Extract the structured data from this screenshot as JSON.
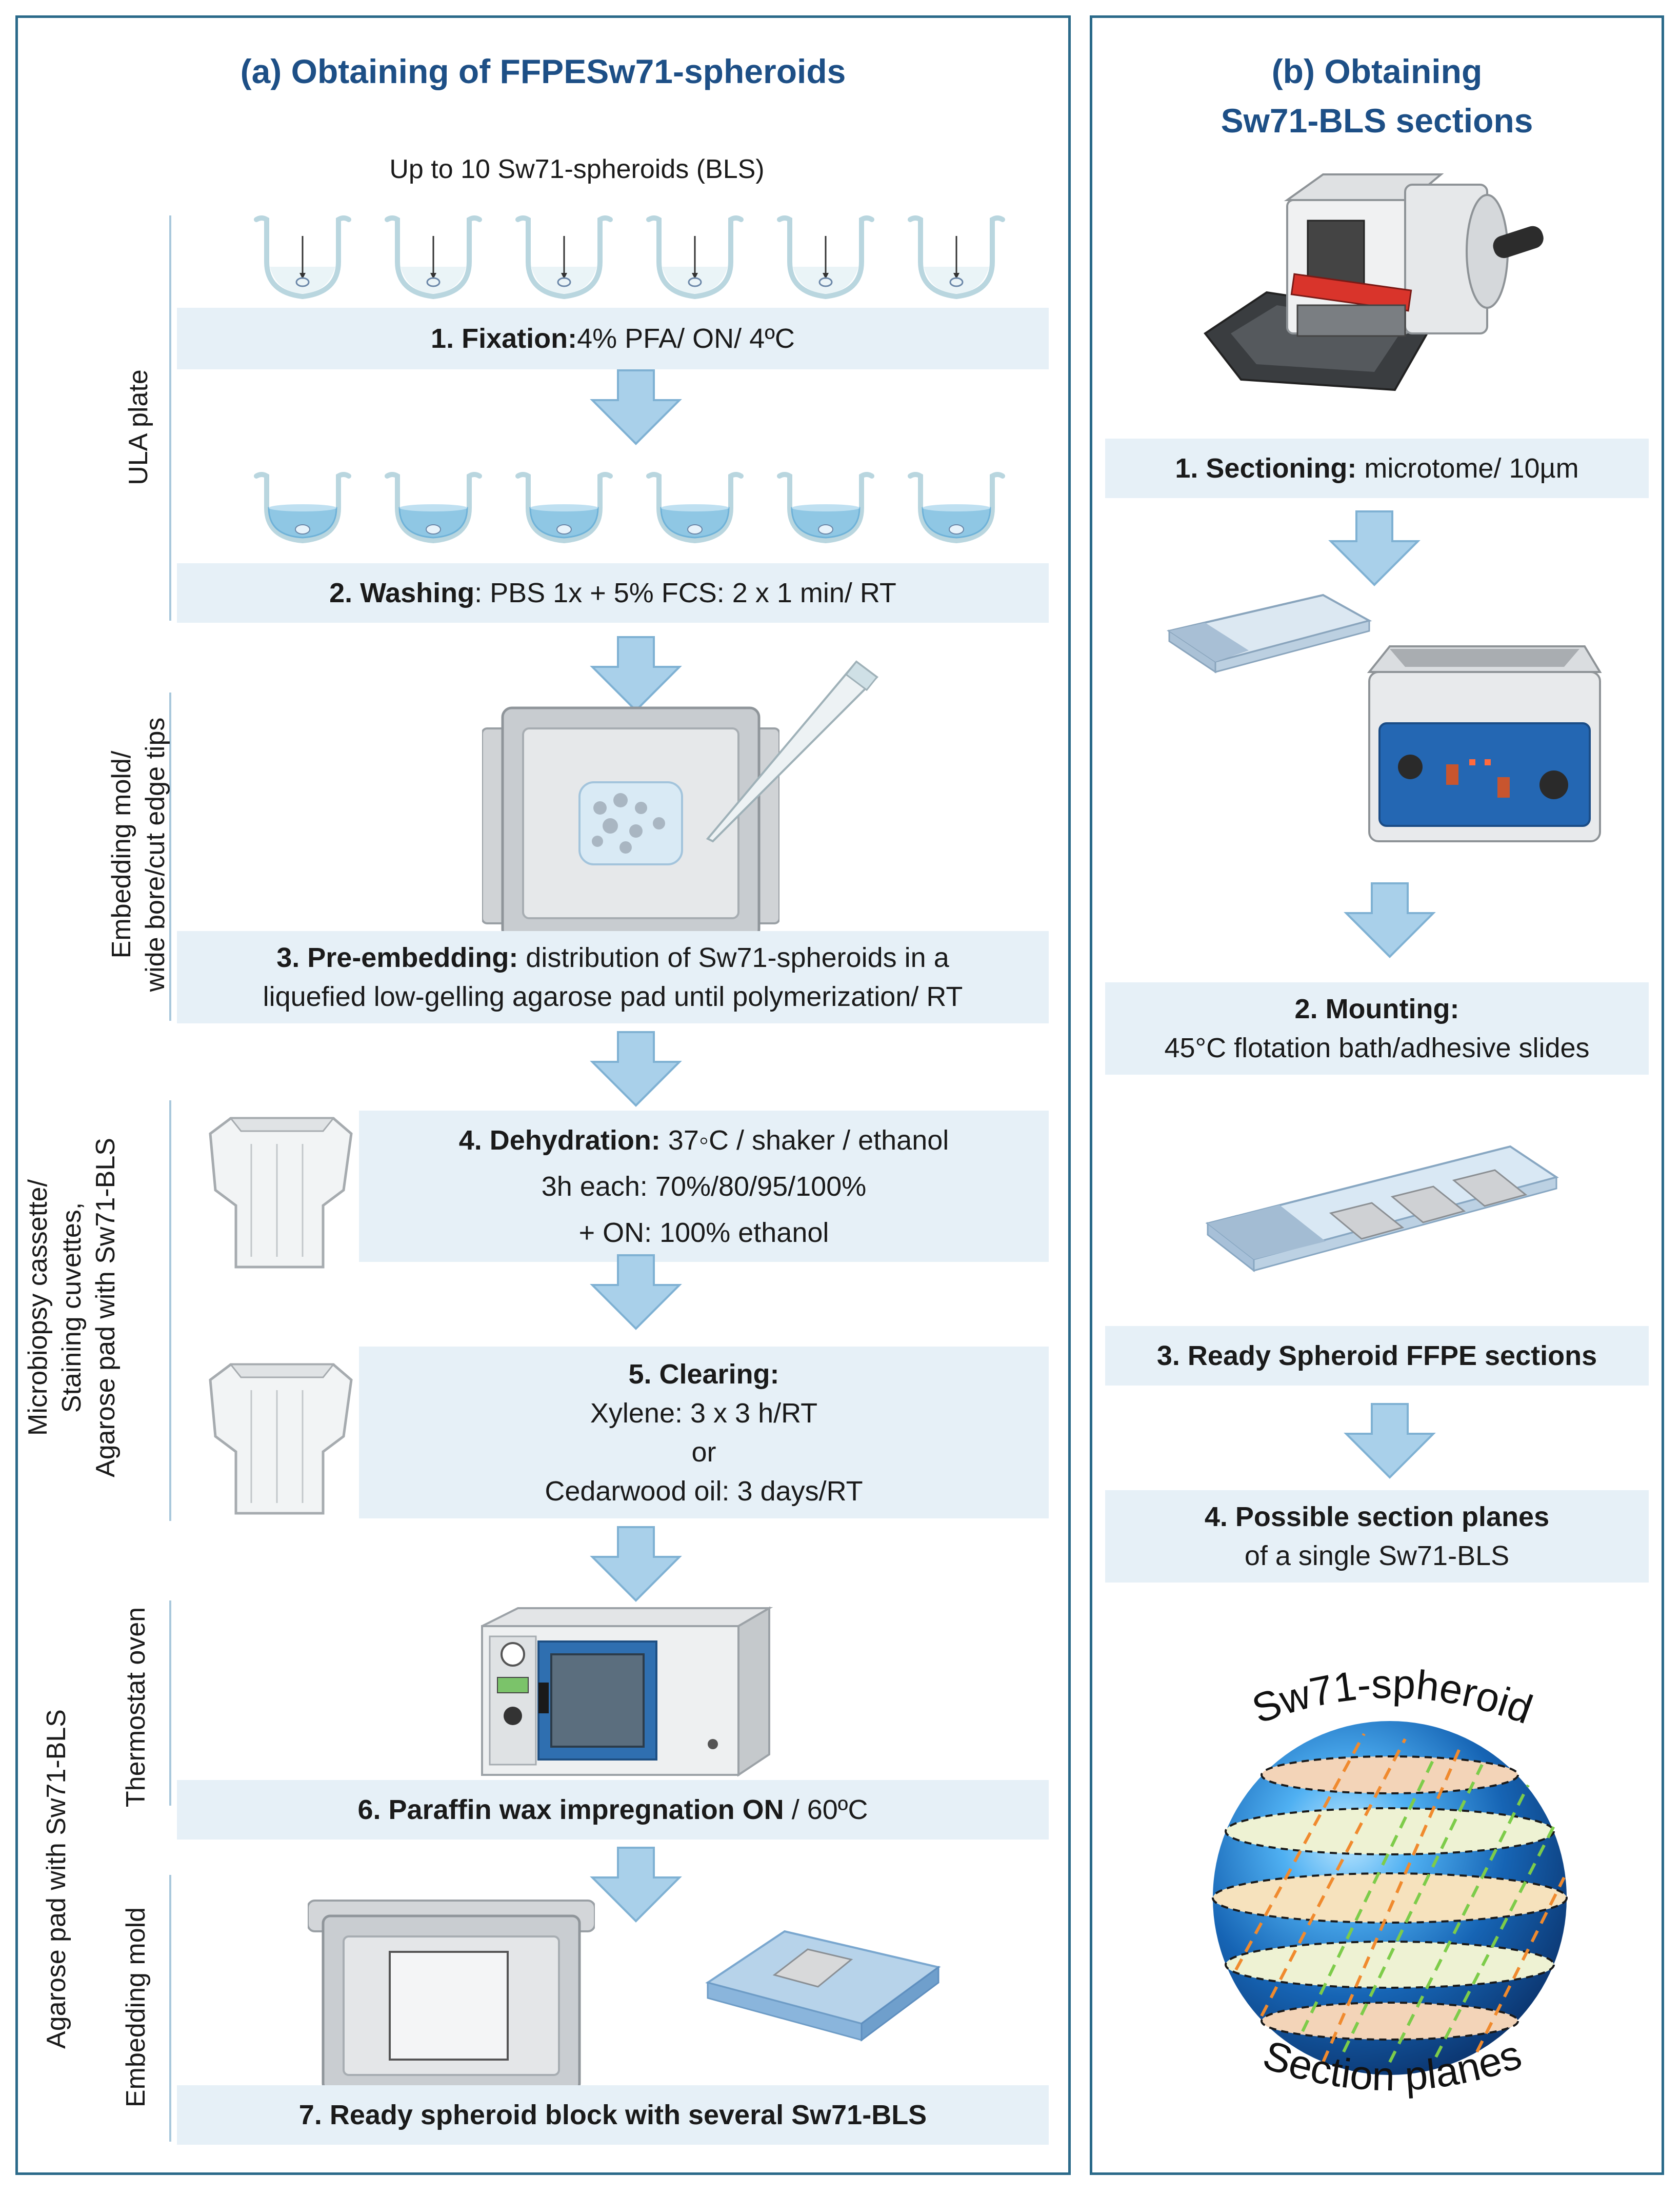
{
  "panel_a": {
    "title": "(a) Obtaining of FFPESw71-spheroids",
    "top_caption": "Up to 10 Sw71-spheroids (BLS)",
    "side_labels": {
      "ula_plate": "ULA plate",
      "embedding_mold_line1": "Embedding mold/",
      "embedding_mold_line2": "wide bore/cut edge tips",
      "microbiopsy_line1": "Microbiopsy cassette/",
      "microbiopsy_line2": "Staining cuvettes,",
      "microbiopsy_line3": "Agarose pad with Sw71-BLS",
      "thermostat_oven": "Thermostat oven",
      "agarose_pad": "Agarose pad with Sw71-BLS",
      "embedding_mold": "Embedding mold"
    },
    "steps": {
      "s1_bold": "1. Fixation:",
      "s1_text": "4% PFA/ ON/ 4ºC",
      "s2_bold": "2. Washing",
      "s2_text": ": PBS 1x + 5% FCS: 2 x 1 min/ RT",
      "s3_bold": "3. Pre-embedding:",
      "s3_text": " distribution of Sw71-spheroids in a",
      "s3_line2": "liquefied low-gelling agarose pad until polymerization/ RT",
      "s4_bold": "4. Dehydration:",
      "s4_text": " 37◦C / shaker / ethanol",
      "s4_line2": "3h each: 70%/80/95/100%",
      "s4_line3": "+ ON: 100% ethanol",
      "s5_bold": "5. Clearing:",
      "s5_line2": "Xylene: 3 x 3 h/RT",
      "s5_line3": "or",
      "s5_line4": "Cedarwood oil: 3 days/RT",
      "s6_bold": "6. Paraffin wax impregnation ON",
      "s6_text": " / 60ºC",
      "s7_bold": "7. Ready spheroid block with several Sw71-BLS"
    }
  },
  "panel_b": {
    "title_line1": "(b) Obtaining",
    "title_line2": "Sw71-BLS sections",
    "steps": {
      "s1_bold": "1. Sectioning:",
      "s1_text": " microtome/ 10µm",
      "s2_bold": "2. Mounting:",
      "s2_line2": "45°C flotation bath/adhesive slides",
      "s3_bold": "3. Ready Spheroid FFPE sections",
      "s4_bold": "4. Possible section planes",
      "s4_line2": "of a single Sw71-BLS"
    },
    "sphere_top_label": "Sw71-spheroid",
    "sphere_bottom_label": "Section planes"
  },
  "colors": {
    "border": "#2b6a8a",
    "title": "#1d4f86",
    "box": "#e6f0f7",
    "arrow": "#a9d0ea",
    "arrow_stroke": "#7fb1d3"
  },
  "icons": [
    "well-icon",
    "down-arrow-icon",
    "embedding-mold-icon",
    "pipette-icon",
    "cuvette-icon",
    "oven-icon",
    "paraffin-block-icon",
    "microtome-icon",
    "slide-icon",
    "water-bath-icon",
    "sphere-icon"
  ]
}
